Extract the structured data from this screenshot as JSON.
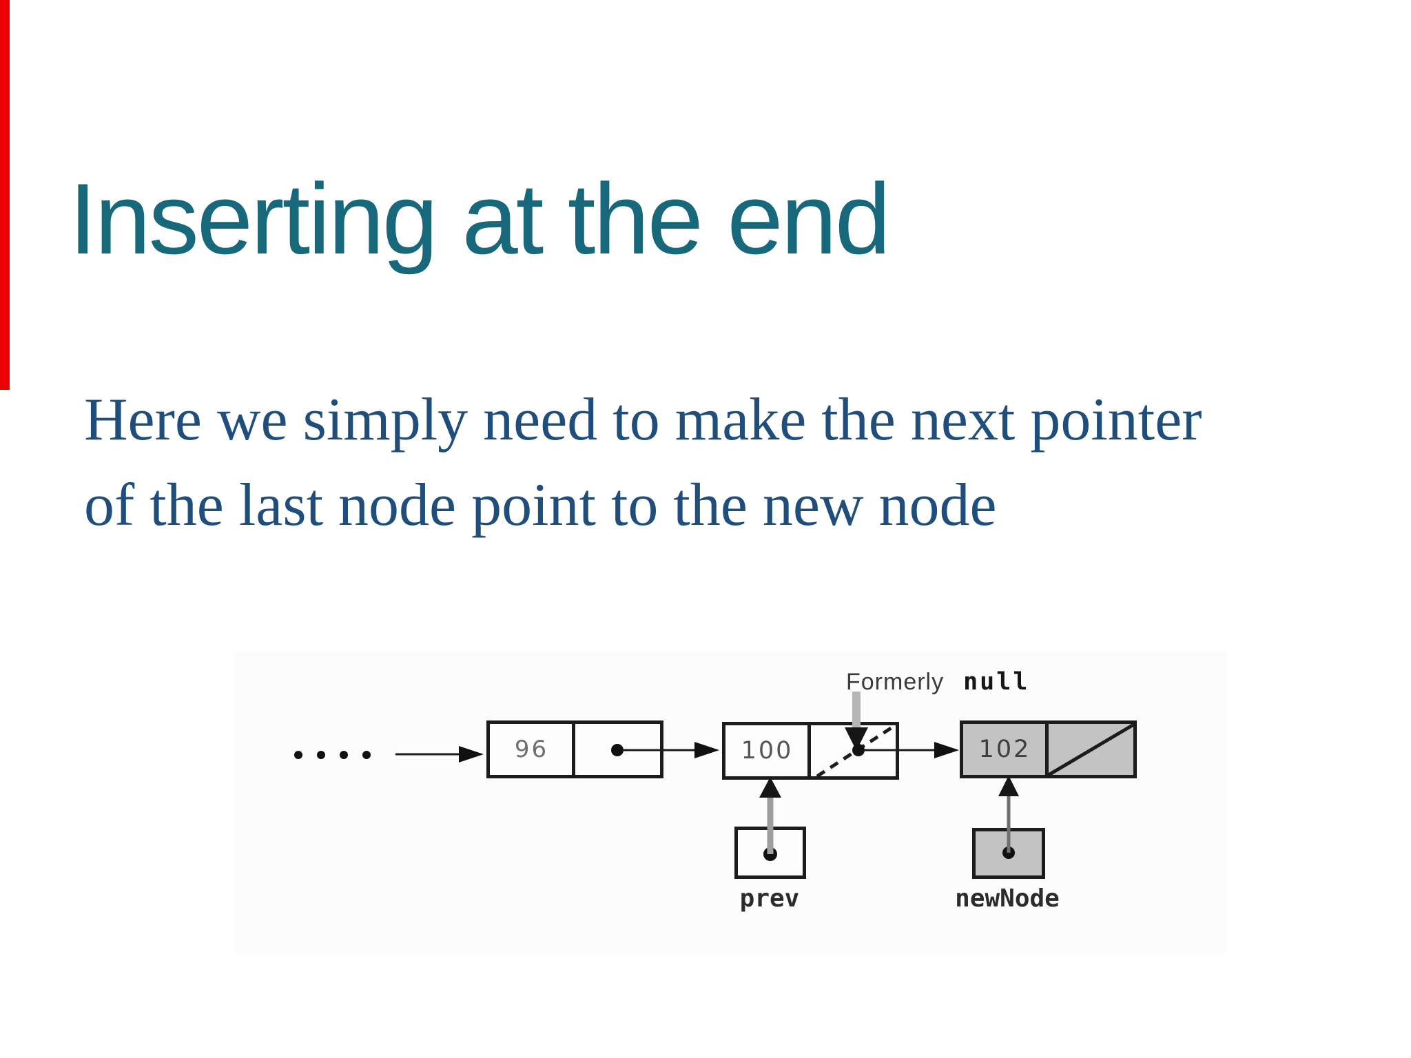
{
  "slide": {
    "title": "Inserting at the end",
    "body_lines": {
      "line1": "Here we simply need to make the next pointer",
      "line2": "of the last node point to the new node"
    },
    "colors": {
      "accent_bar": "#ee0000",
      "title": "#17687b",
      "body_text": "#1f4e7d",
      "node_fill_gray": "#c3c3c3"
    }
  },
  "diagram": {
    "nodes": {
      "first_value": "96",
      "last_value": "100",
      "new_value": "102"
    },
    "labels": {
      "formerly": "Formerly",
      "null_keyword": "null",
      "prev": "prev",
      "new_node": "newNode"
    }
  }
}
